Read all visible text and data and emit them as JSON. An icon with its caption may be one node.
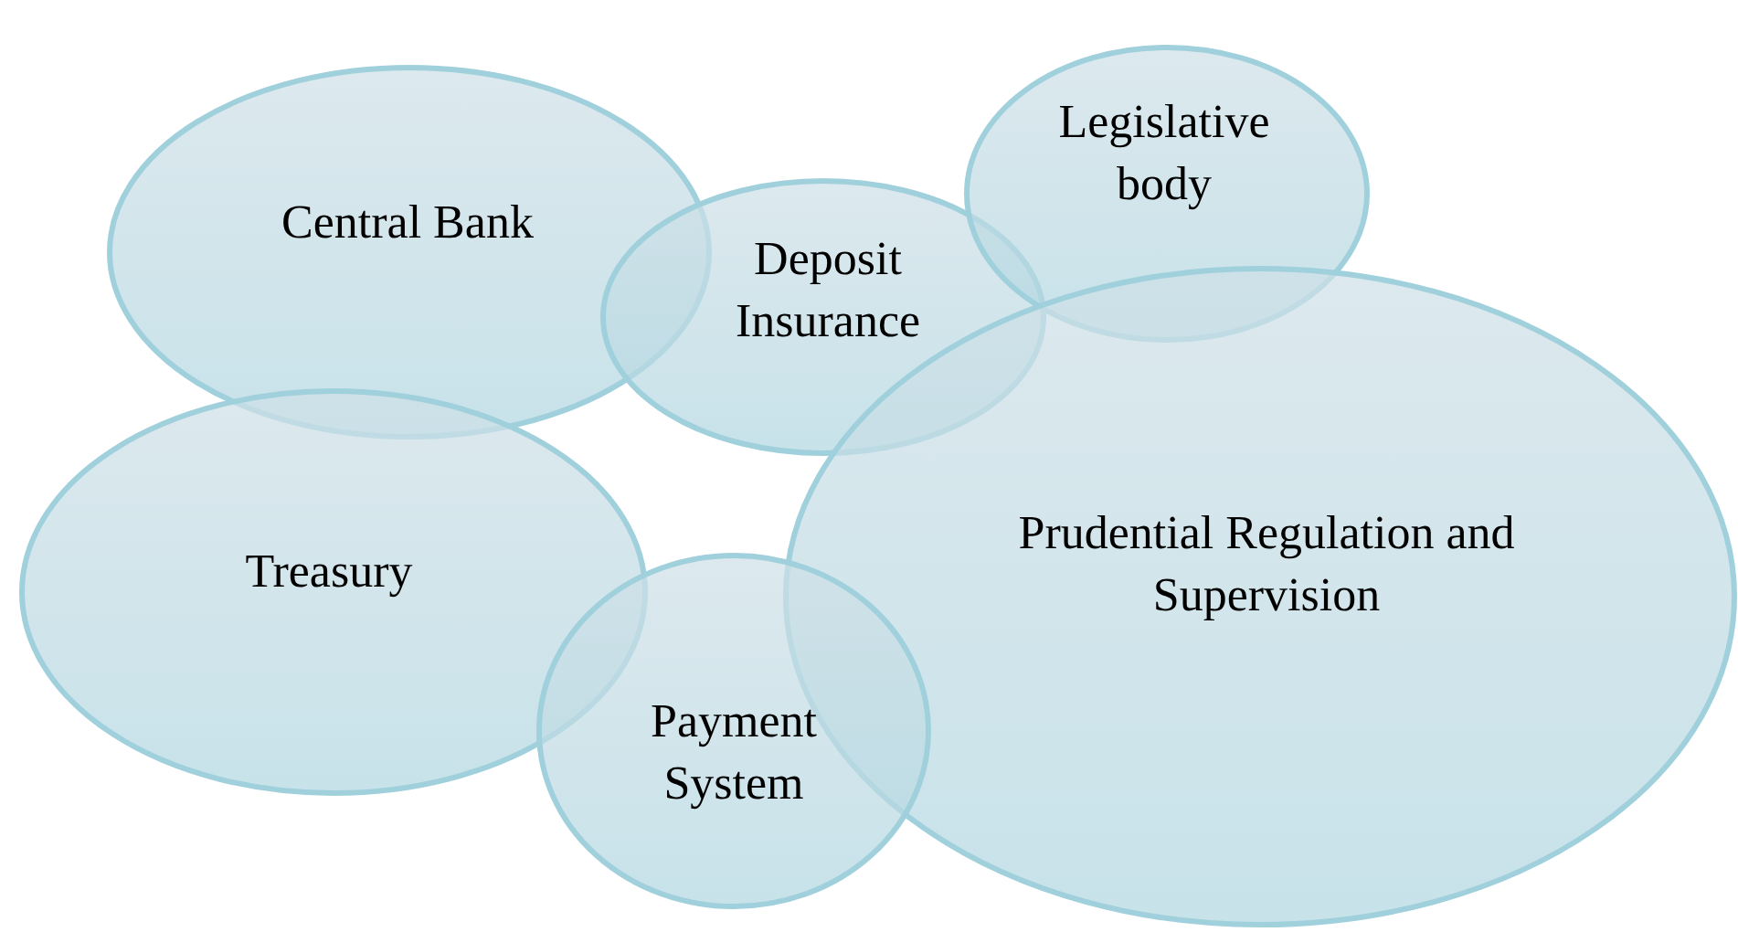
{
  "diagram": {
    "nodes": [
      {
        "text": [
          "Central Bank"
        ]
      },
      {
        "text": [
          "Deposit Insurance"
        ]
      },
      {
        "text": [
          "Legislative body"
        ]
      },
      {
        "text": [
          "Treasury"
        ]
      },
      {
        "text": [
          "Prudential Regulation and Supervision"
        ]
      },
      {
        "text": [
          "Payment System"
        ]
      }
    ]
  }
}
